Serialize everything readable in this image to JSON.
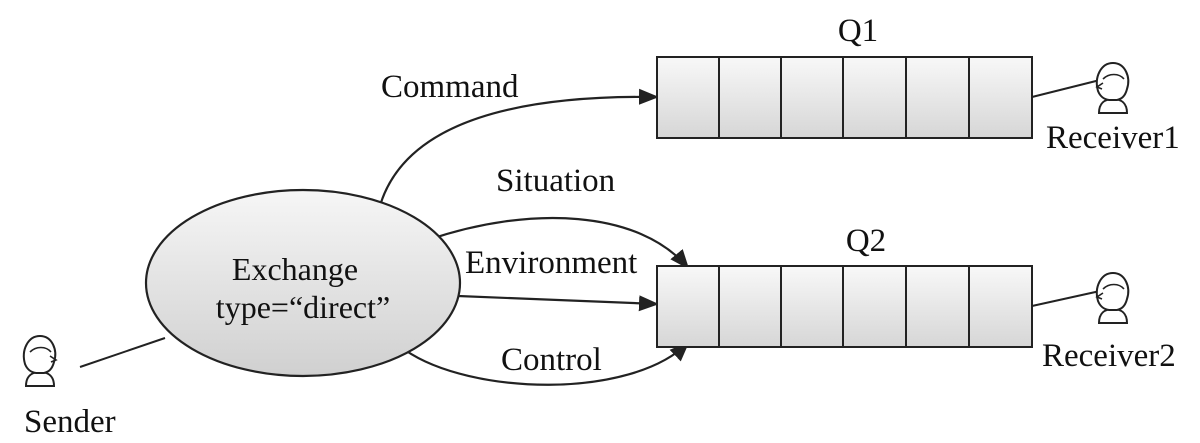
{
  "exchange": {
    "line1": "Exchange",
    "line2": "type=“direct”"
  },
  "sender": {
    "label": "Sender",
    "icon": "person-icon"
  },
  "queues": [
    {
      "name": "Q1",
      "receiver": "Receiver1",
      "slots": 6
    },
    {
      "name": "Q2",
      "receiver": "Receiver2",
      "slots": 6
    }
  ],
  "routes": [
    {
      "key": "Command",
      "queue": "Q1"
    },
    {
      "key": "Situation",
      "queue": "Q2"
    },
    {
      "key": "Environment",
      "queue": "Q2"
    },
    {
      "key": "Control",
      "queue": "Q2"
    }
  ],
  "colors": {
    "stroke": "#222222",
    "fill_light": "#f4f4f4",
    "fill_dark": "#cfcfcf",
    "text": "#111111"
  }
}
